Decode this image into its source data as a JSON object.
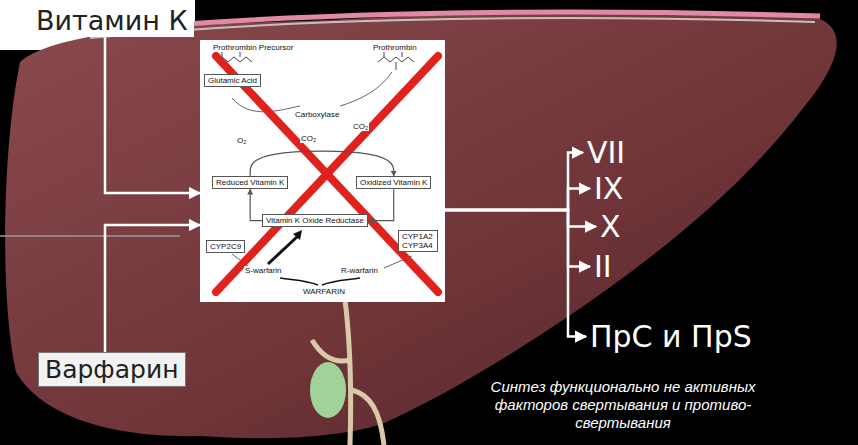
{
  "diagram": {
    "caption": "Синтез функционально не активных факторов свертывания и противо-свертывания",
    "nodes": [
      {
        "text": [
          "Витамин К"
        ]
      },
      {
        "text": [
          "Варфарин"
        ]
      },
      {
        "text": [
          "Prothrombin Precursor",
          "Prothrombin",
          "O₂",
          "Carboxylase",
          "CO₂",
          "CO₂",
          "WARFARIN",
          "S-warfarin",
          "R-warfarin"
        ]
      },
      {
        "text": [
          "Reduced Vitamin K"
        ],
        "in": 2
      },
      {
        "text": [
          "Oxidized Vitamin K"
        ],
        "in": 2
      },
      {
        "text": [
          "Vitamin K Oxide Reductase"
        ],
        "in": 2
      },
      {
        "text": [
          "Glutamic Acid"
        ],
        "in": 2
      },
      {
        "text": [
          "CYP2C9"
        ],
        "in": 2
      },
      {
        "text": [
          "CYP1A2 CYP3A4"
        ],
        "in": 2
      },
      {
        "text": [
          "VII"
        ]
      },
      {
        "text": [
          "IX"
        ]
      },
      {
        "text": [
          "X"
        ]
      },
      {
        "text": [
          "II"
        ]
      },
      {
        "text": [
          "ПрС и ПрS"
        ]
      }
    ],
    "edges": [
      {
        "from": 0,
        "to": 2,
        "arrow": "to"
      },
      {
        "from": 1,
        "to": 2,
        "arrow": "to"
      },
      {
        "from": 2,
        "to": 9,
        "arrow": "to"
      },
      {
        "from": 2,
        "to": 10,
        "arrow": "to"
      },
      {
        "from": 2,
        "to": 11,
        "arrow": "to"
      },
      {
        "from": 2,
        "to": 12,
        "arrow": "to"
      },
      {
        "from": 2,
        "to": 13,
        "arrow": "to"
      },
      {
        "from": 3,
        "to": 4,
        "arrow": "to"
      },
      {
        "from": 4,
        "to": 5,
        "arrow": "to"
      },
      {
        "from": 5,
        "to": 3,
        "arrow": "to"
      }
    ]
  }
}
